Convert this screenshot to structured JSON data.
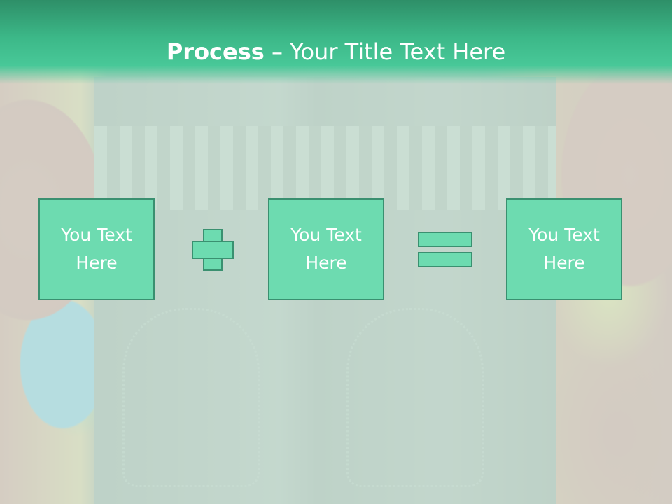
{
  "slide": {
    "title_bold": "Process",
    "title_rest": " – Your Title Text Here"
  },
  "process": {
    "boxes": [
      {
        "text": "You Text\nHere"
      },
      {
        "text": "You Text\nHere"
      },
      {
        "text": "You Text\nHere"
      }
    ],
    "operators": [
      "plus-icon",
      "equals-icon"
    ]
  },
  "colors": {
    "banner": "#3cb888",
    "box_fill": "#6ddbb0",
    "box_border": "#3a9070",
    "text": "#ffffff"
  }
}
